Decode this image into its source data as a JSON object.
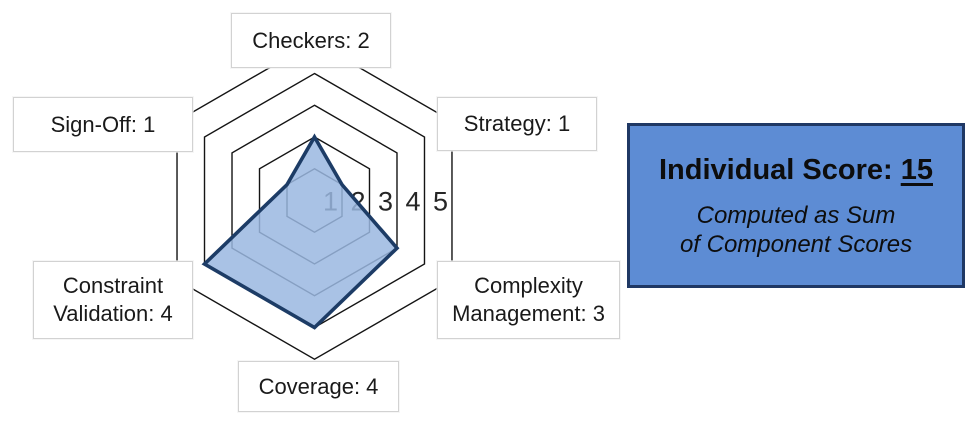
{
  "chart_data": {
    "type": "radar",
    "grid_shape": "hexagon-pointy-top",
    "categories": [
      "Checkers",
      "Strategy",
      "Complexity Management",
      "Coverage",
      "Constraint Validation",
      "Sign-Off"
    ],
    "values": [
      2,
      1,
      3,
      4,
      4,
      1
    ],
    "axes": [
      {
        "label": "Checkers: 2"
      },
      {
        "label": "Strategy: 1"
      },
      {
        "label": "Complexity Management: 3"
      },
      {
        "label": "Coverage: 4"
      },
      {
        "label": "Constraint Validation: 4"
      },
      {
        "label": "Sign-Off: 1"
      }
    ],
    "scale_ticks": [
      "1",
      "2",
      "3",
      "4",
      "5"
    ],
    "ylim": [
      0,
      5
    ],
    "legend": "none",
    "grid_color": "#141414",
    "tick_color": "#262626",
    "series_fill_color": "#9ab7e0",
    "series_fill_opacity": 0.85,
    "series_stroke_color": "#1d3c66"
  },
  "score_box": {
    "title_prefix": "Individual Score: ",
    "score_value": "15",
    "subtitle_line1": "Computed as Sum",
    "subtitle_line2": "of Component Scores",
    "background_color": "#5d8cd4",
    "border_color": "#1f3864"
  }
}
